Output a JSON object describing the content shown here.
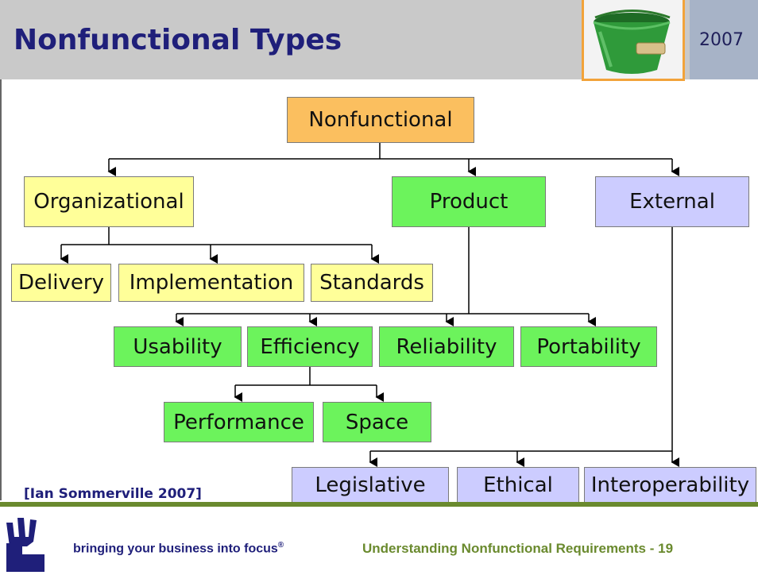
{
  "header": {
    "title": "Nonfunctional Types",
    "year": "2007"
  },
  "diagram": {
    "root": "Nonfunctional",
    "categories": [
      "Organizational",
      "Product",
      "External"
    ],
    "organizational_children": [
      "Delivery",
      "Implementation",
      "Standards"
    ],
    "product_children": [
      "Usability",
      "Efficiency",
      "Reliability",
      "Portability"
    ],
    "efficiency_children": [
      "Performance",
      "Space"
    ],
    "external_children": [
      "Legislative",
      "Ethical",
      "Interoperability"
    ]
  },
  "citation": "[Ian Sommerville 2007]",
  "footer": {
    "tagline": "bringing your business into focus",
    "tagline_mark": "®",
    "title": "Understanding Nonfunctional Requirements  -  19"
  },
  "colors": {
    "root": "#fbbf5f",
    "organizational": "#ffff99",
    "product": "#6cf35c",
    "external": "#ccccff",
    "title_text": "#1f1f7a",
    "footer_text": "#6a8a2e",
    "bucket_frame": "#f2a33a"
  },
  "icons": {
    "header_image": "green-bucket-icon",
    "logo": "hand-logo-icon"
  }
}
